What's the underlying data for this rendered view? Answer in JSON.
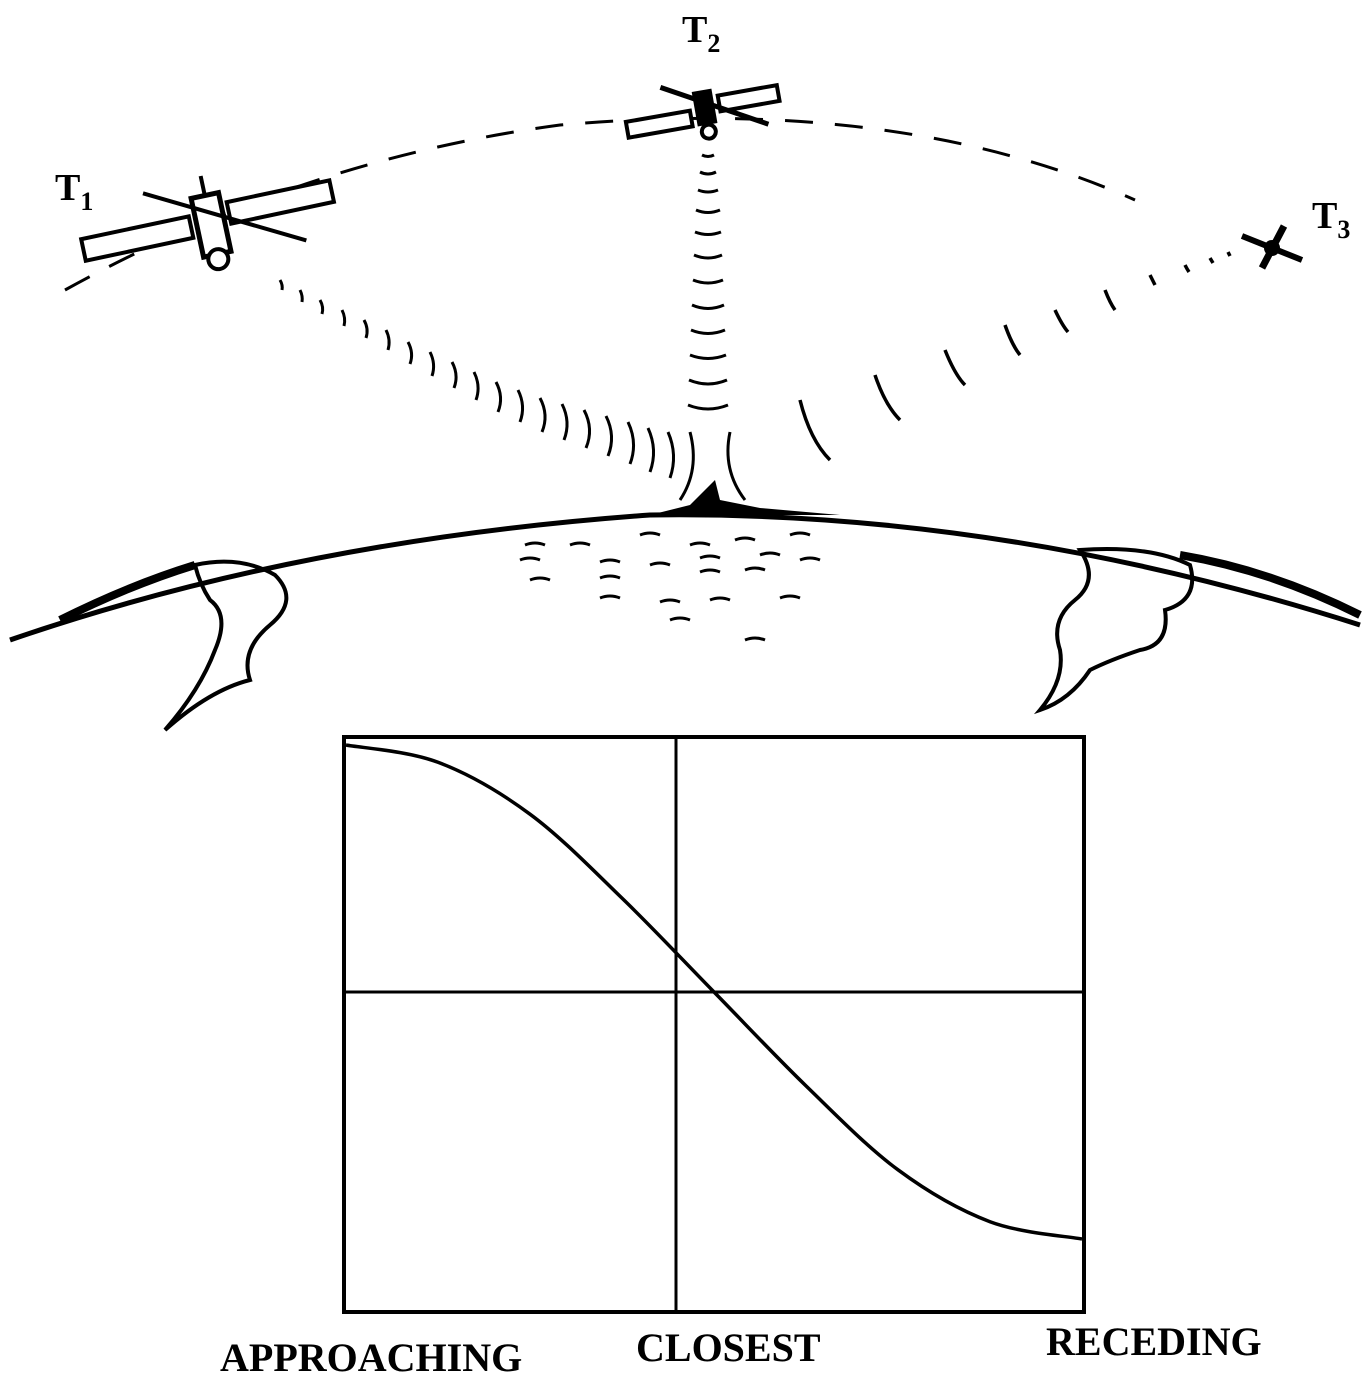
{
  "satellites": [
    {
      "name": "T",
      "sub": "1"
    },
    {
      "name": "T",
      "sub": "2"
    },
    {
      "name": "T",
      "sub": "3"
    }
  ],
  "captions": {
    "approaching": "APPROACHING",
    "closest": "CLOSEST",
    "receding": "RECEDING"
  },
  "colors": {
    "ink": "#000000",
    "paper": "#ffffff"
  },
  "chart_data": {
    "type": "line",
    "x": [
      -1,
      -0.75,
      -0.5,
      -0.25,
      0,
      0.25,
      0.5,
      0.75,
      1
    ],
    "series": [
      {
        "values": [
          1,
          0.93,
          0.72,
          0.38,
          0,
          -0.38,
          -0.72,
          -0.93,
          -1
        ]
      }
    ],
    "xlim": [
      -1,
      1
    ],
    "ylim": [
      -1.3,
      1
    ],
    "grid": "center crosshair"
  }
}
